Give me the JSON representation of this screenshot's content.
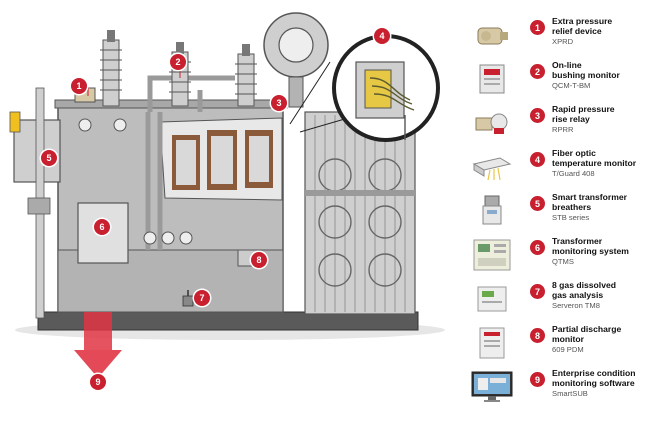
{
  "callouts": [
    {
      "n": "1",
      "title": "Extra pressure relief device",
      "lines": [
        "Extra pressure",
        "relief device"
      ],
      "code": "XPRD",
      "icon": "pressure-relief-device-icon"
    },
    {
      "n": "2",
      "title": "On-line bushing monitor",
      "lines": [
        "On-line",
        "bushing monitor"
      ],
      "code": "QCM-T-BM",
      "icon": "bushing-monitor-icon"
    },
    {
      "n": "3",
      "title": "Rapid pressure rise relay",
      "lines": [
        "Rapid pressure",
        "rise relay"
      ],
      "code": "RPRR",
      "icon": "pressure-relay-icon"
    },
    {
      "n": "4",
      "title": "Fiber optic temperature monitor",
      "lines": [
        "Fiber optic",
        "temperature monitor"
      ],
      "code": "T/Guard 408",
      "icon": "fiber-optic-monitor-icon"
    },
    {
      "n": "5",
      "title": "Smart transformer breathers",
      "lines": [
        "Smart transformer",
        "breathers"
      ],
      "code": "STB series",
      "icon": "breather-icon"
    },
    {
      "n": "6",
      "title": "Transformer monitoring system",
      "lines": [
        "Transformer",
        "monitoring system"
      ],
      "code": "QTMS",
      "icon": "monitoring-system-icon"
    },
    {
      "n": "7",
      "title": "8 gas dissolved gas analysis",
      "lines": [
        "8 gas dissolved",
        "gas analysis"
      ],
      "code": "Serveron TM8",
      "icon": "gas-analyzer-icon"
    },
    {
      "n": "8",
      "title": "Partial discharge monitor",
      "lines": [
        "Partial discharge",
        "monitor"
      ],
      "code": "609 PDM",
      "icon": "partial-discharge-monitor-icon"
    },
    {
      "n": "9",
      "title": "Enterprise condition monitoring software",
      "lines": [
        "Enterprise condition",
        "monitoring software"
      ],
      "code": "SmartSUB",
      "icon": "software-monitor-icon"
    }
  ],
  "colors": {
    "accent": "#c8202f",
    "body": "#bdbdbd",
    "outline": "#555555",
    "coil": "#8a5a3a"
  }
}
